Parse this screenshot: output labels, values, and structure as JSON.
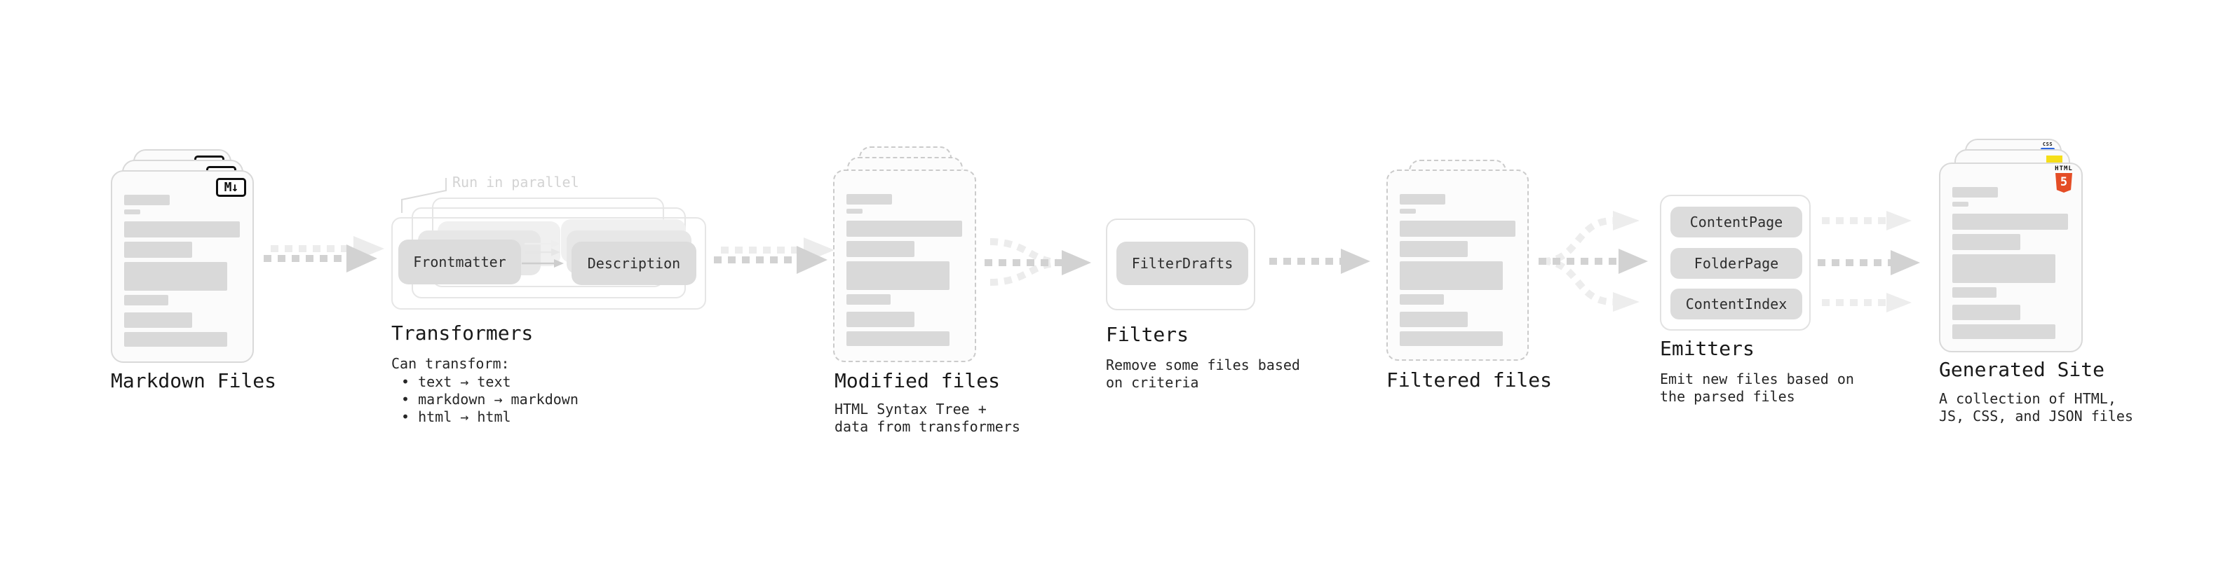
{
  "colors": {
    "html5_orange": "#e44d26",
    "js_yellow": "#f5de19",
    "css_blue": "#2b65e0",
    "arrow_dark": "#d2d2d2",
    "arrow_light": "#ececec"
  },
  "stages": {
    "markdown": {
      "title": "Markdown Files",
      "badge": "M↓"
    },
    "transformers": {
      "annotation": "Run in parallel",
      "input_pill": "Frontmatter",
      "output_pill": "Description",
      "title": "Transformers",
      "desc_heading": "Can transform:",
      "bullets": [
        "• text → text",
        "• markdown → markdown",
        "• html → html"
      ]
    },
    "modified": {
      "title": "Modified files",
      "desc": [
        "HTML Syntax Tree +",
        "data from transformers"
      ]
    },
    "filters": {
      "pill": "FilterDrafts",
      "title": "Filters",
      "desc": [
        "Remove some files based",
        "on criteria"
      ]
    },
    "filtered": {
      "title": "Filtered files"
    },
    "emitters": {
      "pills": [
        "ContentPage",
        "FolderPage",
        "ContentIndex"
      ],
      "title": "Emitters",
      "desc": [
        "Emit new files based on",
        "the parsed files"
      ]
    },
    "generated": {
      "title": "Generated Site",
      "badge_html_label": "HTML",
      "badge_html_number": "5",
      "badge_css_label": "CSS",
      "desc": [
        "A collection of HTML,",
        "JS, CSS, and JSON files"
      ]
    }
  }
}
